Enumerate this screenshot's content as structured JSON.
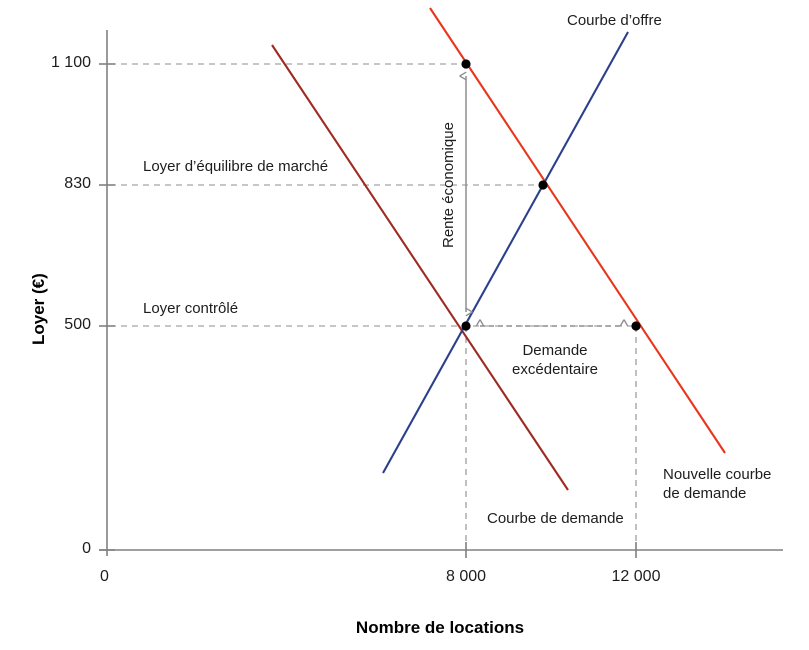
{
  "chart_data": {
    "type": "line",
    "title": "",
    "xlabel": "Nombre de locations",
    "ylabel": "Loyer (€)",
    "xlim": [
      0,
      16000
    ],
    "ylim": [
      0,
      1250
    ],
    "grid": false,
    "x_ticks": [
      {
        "value": 0,
        "label": "0"
      },
      {
        "value": 8000,
        "label": "8 000"
      },
      {
        "value": 12000,
        "label": "12 000"
      }
    ],
    "y_ticks": [
      {
        "value": 0,
        "label": "0"
      },
      {
        "value": 500,
        "label": "500"
      },
      {
        "value": 830,
        "label": "830"
      },
      {
        "value": 1100,
        "label": "1 100"
      }
    ],
    "series": [
      {
        "name": "Courbe de demande",
        "color": "#9e2a22",
        "points": [
          [
            4250,
            1200
          ],
          [
            11200,
            200
          ]
        ]
      },
      {
        "name": "Nouvelle courbe de demande",
        "color": "#e8361c",
        "points": [
          [
            8000,
            1290
          ],
          [
            14950,
            290
          ]
        ]
      },
      {
        "name": "Courbe d'offre",
        "color": "#2c3f8c",
        "points": [
          [
            6750,
            345
          ],
          [
            12500,
            1160
          ]
        ]
      }
    ],
    "markers": [
      {
        "name": "point-demande-loyer-controle",
        "x": 8000,
        "y": 1100
      },
      {
        "name": "point-equilibre-marche",
        "x": 9000,
        "y": 830
      },
      {
        "name": "point-offre-loyer-controle",
        "x": 8000,
        "y": 500
      },
      {
        "name": "point-nouvelle-demande-loyer-controle",
        "x": 12000,
        "y": 500
      }
    ],
    "annotations": [
      {
        "name": "rente-economique",
        "text": "Rente économique",
        "orientation": "vertical"
      },
      {
        "name": "demande-excedentaire",
        "text": "Demande\nexcédentaire",
        "orientation": "horizontal"
      },
      {
        "name": "loyer-equilibre",
        "text": "Loyer d’équilibre de marché"
      },
      {
        "name": "loyer-controle",
        "text": "Loyer contrôlé"
      }
    ]
  },
  "axes": {
    "x_title": "Nombre de locations",
    "y_title": "Loyer (€)",
    "x_tick_labels": [
      "0",
      "8 000",
      "12 000"
    ],
    "y_tick_labels": [
      "0",
      "500",
      "830",
      "1 100"
    ],
    "y_tick_0": "0",
    "y_tick_500": "500",
    "y_tick_830": "830",
    "y_tick_1100": "1 100",
    "x_tick_0": "0",
    "x_tick_8000": "8 000",
    "x_tick_12000": "12 000"
  },
  "labels": {
    "supply_curve": "Courbe d’offre",
    "demand_curve": "Courbe de demande",
    "new_demand_curve": "Nouvelle courbe\nde demande",
    "economic_rent": "Rente économique",
    "excess_demand": "Demande\nexcédentaire",
    "market_equilibrium_rent": "Loyer d’équilibre de marché",
    "controlled_rent": "Loyer contrôlé"
  },
  "colors": {
    "demand": "#9e2a22",
    "new_demand": "#e8361c",
    "supply": "#2c3f8c",
    "axis": "#808080",
    "dashed_guide": "#8c8c8c",
    "arrow": "#8e8e8e",
    "text": "#1d1d1d",
    "marker": "#000000",
    "background": "#ffffff"
  }
}
